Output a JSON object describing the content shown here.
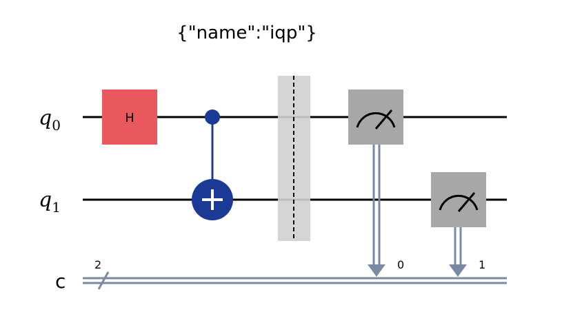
{
  "title": "{\"name\":\"iqp\"}",
  "qubits": [
    {
      "symbol": "q",
      "index": "0"
    },
    {
      "symbol": "q",
      "index": "1"
    }
  ],
  "classical_register": {
    "label": "c",
    "width": "2"
  },
  "gates": [
    {
      "type": "h",
      "label": "H",
      "qubit": "0"
    },
    {
      "type": "cx",
      "control": "0",
      "target": "1"
    },
    {
      "type": "barrier"
    },
    {
      "type": "measure",
      "qubit": "0",
      "clbit": "0"
    },
    {
      "type": "measure",
      "qubit": "1",
      "clbit": "1"
    }
  ],
  "clbit_labels": [
    "0",
    "1"
  ],
  "colors": {
    "wire": "#000000",
    "h_gate": "#e8585c",
    "cx": "#1b3a96",
    "barrier": "#d0d0d0",
    "measure_box": "#a7a7a7",
    "classical": "#7a8aa2"
  },
  "icons": [
    "meter-icon",
    "plus-target-icon"
  ]
}
